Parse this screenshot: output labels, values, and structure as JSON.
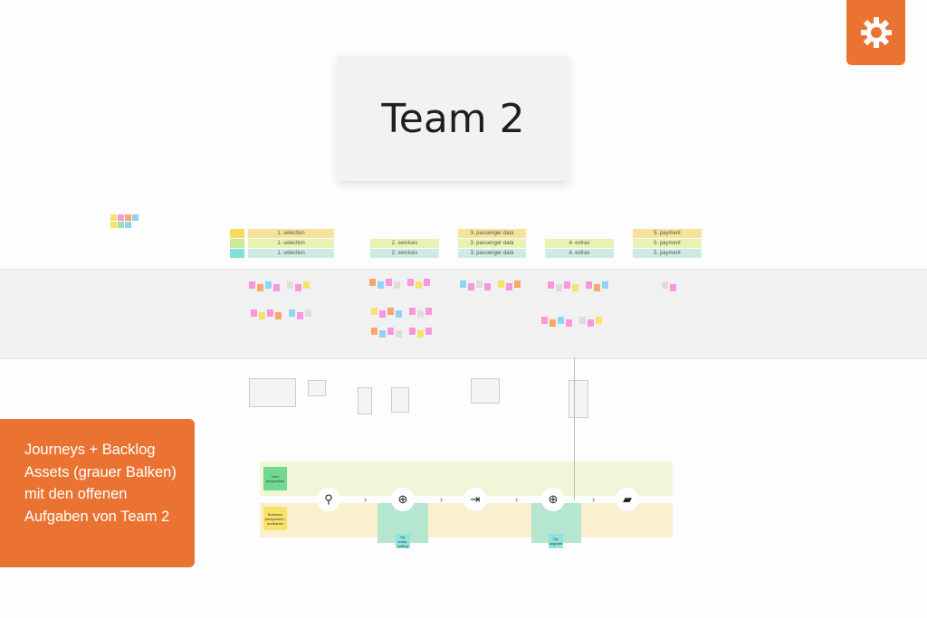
{
  "title_card": {
    "text": "Team 2"
  },
  "settings": {
    "icon": "gear-icon",
    "color": "#eb7332"
  },
  "callout": {
    "text": "Journeys + Backlog Assets (grauer Balken) mit den offenen Aufgaben von Team 2",
    "color": "#eb7332"
  },
  "stages": {
    "row1": [
      "1. selection",
      "3. passenger data",
      "5. payment"
    ],
    "row2": [
      "1. selection",
      "2. services",
      "3. passenger data",
      "4. extras",
      "5. payment"
    ],
    "row3": [
      "1. selection",
      "2. services",
      "3. passenger data",
      "4. extras",
      "5. payment"
    ]
  },
  "journey": {
    "user_label": "User perspective",
    "business_label": "Business perspective / ancillaries",
    "steps": [
      {
        "icon": "search-icon",
        "glyph": "🔍"
      },
      {
        "icon": "plus-circle-icon",
        "glyph": "⊕"
      },
      {
        "icon": "enter-icon",
        "glyph": "⇥"
      },
      {
        "icon": "plus-circle-icon",
        "glyph": "⊕"
      },
      {
        "icon": "wallet-icon",
        "glyph": "▰"
      }
    ],
    "teal_notes": [
      "Tip: cross-selling",
      "Tip: upgrade"
    ]
  }
}
